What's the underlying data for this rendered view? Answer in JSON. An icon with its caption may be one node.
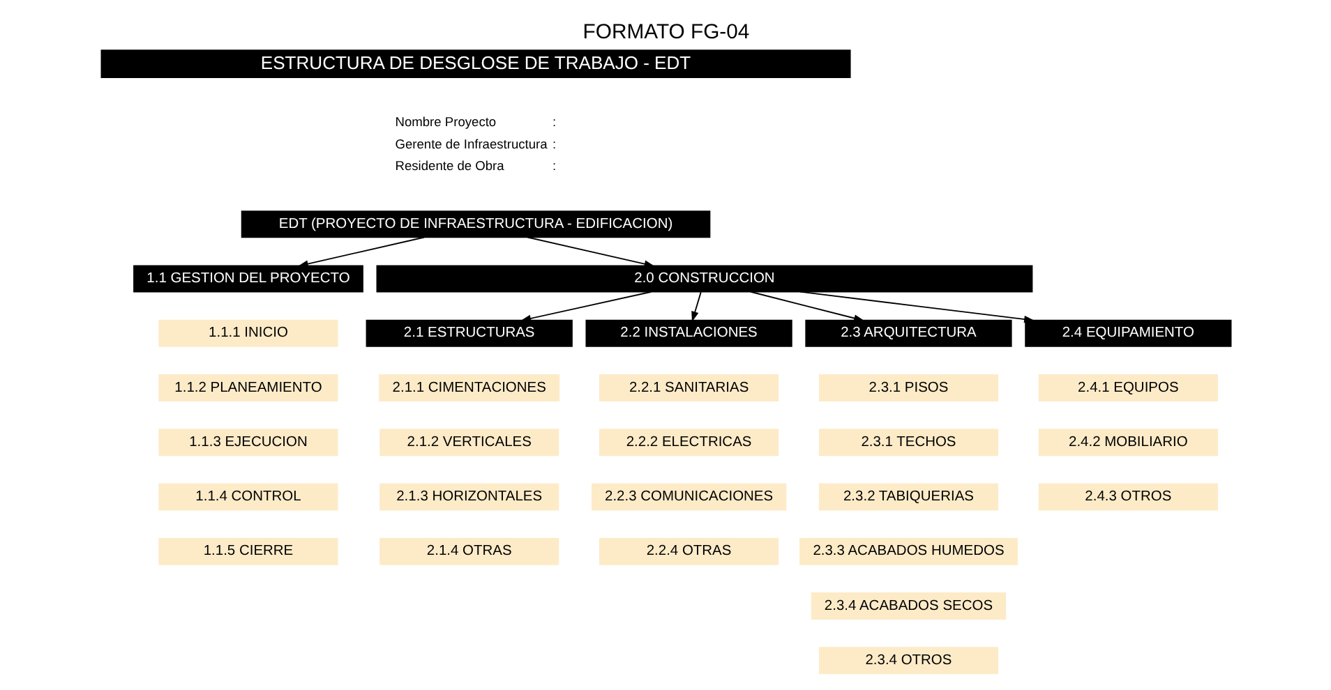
{
  "diagram": {
    "title": "FORMATO FG-04",
    "nodes": [
      {
        "text": [
          "ESTRUCTURA DE DESGLOSE DE TRABAJO - EDT"
        ]
      },
      {
        "text": [
          "EDT (PROYECTO DE INFRAESTRUCTURA - EDIFICACION)"
        ]
      },
      {
        "text": [
          "1.1 GESTION DEL PROYECTO"
        ]
      },
      {
        "text": [
          "1.1.1 INICIO"
        ]
      },
      {
        "text": [
          "1.1.2 PLANEAMIENTO"
        ]
      },
      {
        "text": [
          "1.1.3 EJECUCION"
        ]
      },
      {
        "text": [
          "1.1.4 CONTROL"
        ]
      },
      {
        "text": [
          "1.1.5 CIERRE"
        ]
      },
      {
        "text": [
          "2.0 CONSTRUCCION"
        ]
      },
      {
        "text": [
          "2.1 ESTRUCTURAS"
        ]
      },
      {
        "text": [
          "2.1.1 CIMENTACIONES"
        ]
      },
      {
        "text": [
          "2.1.2 VERTICALES"
        ]
      },
      {
        "text": [
          "2.1.3 HORIZONTALES"
        ]
      },
      {
        "text": [
          "2.1.4 OTRAS"
        ]
      },
      {
        "text": [
          "2.2 INSTALACIONES"
        ]
      },
      {
        "text": [
          "2.2.1 SANITARIAS"
        ]
      },
      {
        "text": [
          "2.2.2 ELECTRICAS"
        ]
      },
      {
        "text": [
          "2.2.3 COMUNICACIONES"
        ]
      },
      {
        "text": [
          "2.2.4 OTRAS"
        ]
      },
      {
        "text": [
          "2.3 ARQUITECTURA"
        ]
      },
      {
        "text": [
          "2.3.1 PISOS"
        ]
      },
      {
        "text": [
          "2.3.1 TECHOS"
        ]
      },
      {
        "text": [
          "2.3.2 TABIQUERIAS"
        ]
      },
      {
        "text": [
          "2.3.3 ACABADOS HUMEDOS"
        ]
      },
      {
        "text": [
          "2.3.4 ACABADOS SECOS"
        ]
      },
      {
        "text": [
          "2.3.4 OTROS"
        ]
      },
      {
        "text": [
          "2.4 EQUIPAMIENTO"
        ]
      },
      {
        "text": [
          "2.4.1 EQUIPOS"
        ]
      },
      {
        "text": [
          "2.4.2 MOBILIARIO"
        ]
      },
      {
        "text": [
          "2.4.3 OTROS"
        ]
      }
    ],
    "edges": [
      {
        "from": 1,
        "to": 2,
        "arrow": "to"
      },
      {
        "from": 1,
        "to": 8,
        "arrow": "to"
      },
      {
        "from": 8,
        "to": 9,
        "arrow": "to"
      },
      {
        "from": 8,
        "to": 14,
        "arrow": "to"
      },
      {
        "from": 8,
        "to": 19,
        "arrow": "to"
      },
      {
        "from": 8,
        "to": 26,
        "arrow": "to"
      }
    ],
    "labels": [
      "Nombre Proyecto",
      ":",
      "Gerente de Infraestructura",
      ":",
      "Residente de Obra",
      ":"
    ]
  }
}
